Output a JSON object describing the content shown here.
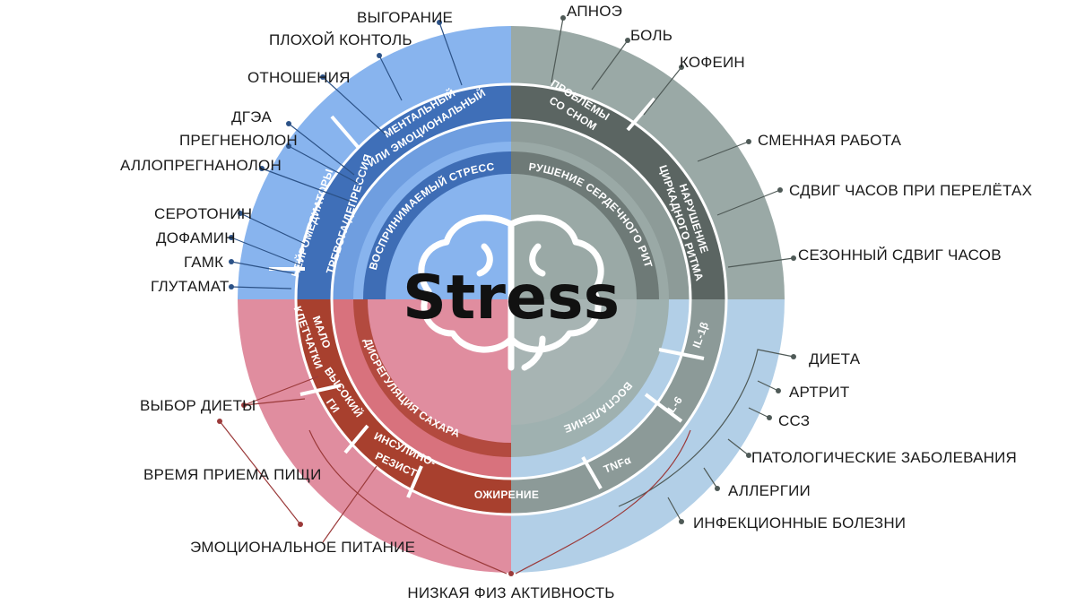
{
  "center": {
    "title": "Stress"
  },
  "colors": {
    "blue_outer": "#88b4ee",
    "blue_mid": "#4f7fc2",
    "blue_band": "#2f5186",
    "blue_inner": "#3e6db5",
    "gray_outer": "#9aa9a6",
    "gray_mid": "#7f8d8b",
    "gray_band": "#5b6562",
    "lblue_outer": "#b2cfe7",
    "lblue_mid": "#9fb1b0",
    "lblue_band": "#8c9a98",
    "pink_outer": "#e08d9f",
    "pink_mid": "#cf5f6b",
    "pink_band": "#a8402e",
    "leader_blue": "#2c5287",
    "leader_gray": "#4f5a57",
    "leader_red": "#9b3a3a"
  },
  "quadrants": {
    "top_left": {
      "inner": "ВОСПРИНИМАЕМЫЙ СТРЕСС",
      "bands": [
        "МЕНТАЛЬНЫЙ",
        "ИЛИ ЭМОЦИОНАЛЬНЫЙ",
        "ТРЕВОГА/ДЕПРЕССИЯ",
        "НЕЙРОМЕДИАТОРЫ"
      ]
    },
    "top_right": {
      "inner": "НАРУШЕНИЕ СЕРДЕЧНОГО РИТМА",
      "bands": [
        "ПРОБЛЕМЫ",
        "СО СНОМ",
        "НАРУШЕНИЕ",
        "ЦИРКАДНОГО РИТМА"
      ]
    },
    "bottom_right": {
      "inner": "ВОСПАЛЕНИЕ",
      "bands": [
        "IL-1β",
        "IL-6",
        "TNFα"
      ]
    },
    "bottom_left": {
      "inner": "ДИСРЕГУЛЯЦИЯ САХАРА",
      "bands": [
        "МАЛО",
        "КЛЕТЧАТКИ",
        "ВЫСОКИЙ",
        "ГИ",
        "ИНСУЛИНО-",
        "РЕЗИСТ",
        "ОЖИРЕНИЕ"
      ]
    }
  },
  "labels": {
    "left": [
      "ВЫГОРАНИЕ",
      "ПЛОХОЙ КОНТОЛЬ",
      "ОТНОШЕНИЯ",
      "ДГЭА",
      "ПРЕГНЕНОЛОН",
      "АЛЛОПРЕГНАНОЛОН",
      "СЕРОТОНИН",
      "ДОФАМИН",
      "ГАМК",
      "ГЛУТАМАТ"
    ],
    "right": [
      "АПНОЭ",
      "БОЛЬ",
      "КОФЕИН",
      "СМЕННАЯ РАБОТА",
      "СДВИГ ЧАСОВ ПРИ ПЕРЕЛЁТАХ",
      "СЕЗОННЫЙ СДВИГ ЧАСОВ"
    ],
    "right_lower": [
      "ДИЕТА",
      "АРТРИТ",
      "ССЗ",
      "ПАТОЛОГИЧЕСКИЕ ЗАБОЛЕВАНИЯ",
      "АЛЛЕРГИИ",
      "ИНФЕКЦИОННЫЕ БОЛЕЗНИ"
    ],
    "left_lower": [
      "ВЫБОР ДИЕТЫ",
      "ВРЕМЯ ПРИЕМА ПИЩИ",
      "ЭМОЦИОНАЛЬНОЕ ПИТАНИЕ"
    ],
    "bottom": "НИЗКАЯ ФИЗ АКТИВНОСТЬ"
  }
}
